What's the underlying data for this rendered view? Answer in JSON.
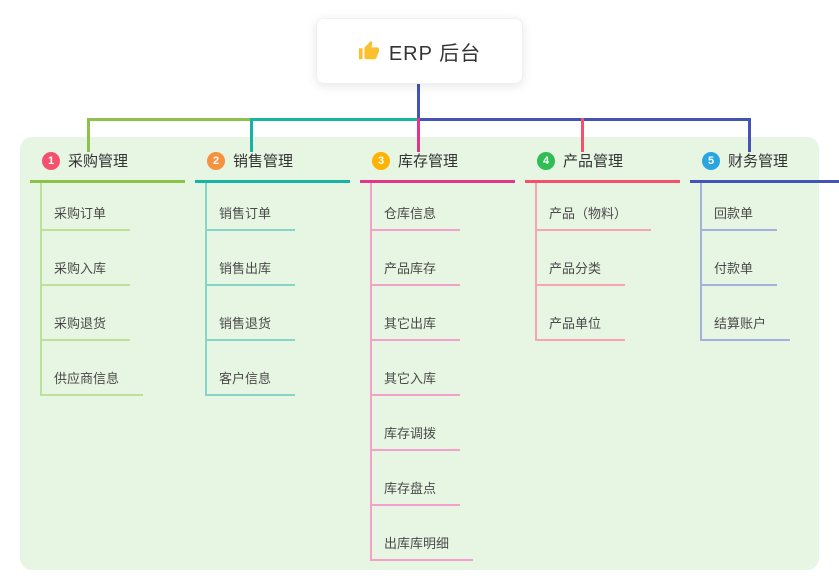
{
  "root": {
    "label": "ERP 后台",
    "icon": "thumbs-up-icon",
    "icon_color": "#fbc02d",
    "connector_color": "#4254b5"
  },
  "panel": {
    "background": "#e7f5e3"
  },
  "branches": [
    {
      "badge": "1",
      "label": "采购管理",
      "badge_color": "#f4516c",
      "line_color": "#8bc34a",
      "child_line_color": "#bfe09a",
      "children": [
        {
          "label": "采购订单"
        },
        {
          "label": "采购入库"
        },
        {
          "label": "采购退货"
        },
        {
          "label": "供应商信息"
        }
      ]
    },
    {
      "badge": "2",
      "label": "销售管理",
      "badge_color": "#f6913e",
      "line_color": "#17b3a3",
      "child_line_color": "#85d5cb",
      "children": [
        {
          "label": "销售订单"
        },
        {
          "label": "销售出库"
        },
        {
          "label": "销售退货"
        },
        {
          "label": "客户信息"
        }
      ]
    },
    {
      "badge": "3",
      "label": "库存管理",
      "badge_color": "#ffb300",
      "line_color": "#e0368c",
      "child_line_color": "#f3a0cb",
      "children": [
        {
          "label": "仓库信息"
        },
        {
          "label": "产品库存"
        },
        {
          "label": "其它出库"
        },
        {
          "label": "其它入库"
        },
        {
          "label": "库存调拨"
        },
        {
          "label": "库存盘点"
        },
        {
          "label": "出库库明细"
        }
      ]
    },
    {
      "badge": "4",
      "label": "产品管理",
      "badge_color": "#2fbd56",
      "line_color": "#f4516c",
      "child_line_color": "#f9a4b0",
      "children": [
        {
          "label": "产品（物料）"
        },
        {
          "label": "产品分类"
        },
        {
          "label": "产品单位"
        }
      ]
    },
    {
      "badge": "5",
      "label": "财务管理",
      "badge_color": "#29a6df",
      "line_color": "#4254b5",
      "child_line_color": "#a2b1df",
      "children": [
        {
          "label": "回款单"
        },
        {
          "label": "付款单"
        },
        {
          "label": "结算账户"
        }
      ]
    }
  ]
}
